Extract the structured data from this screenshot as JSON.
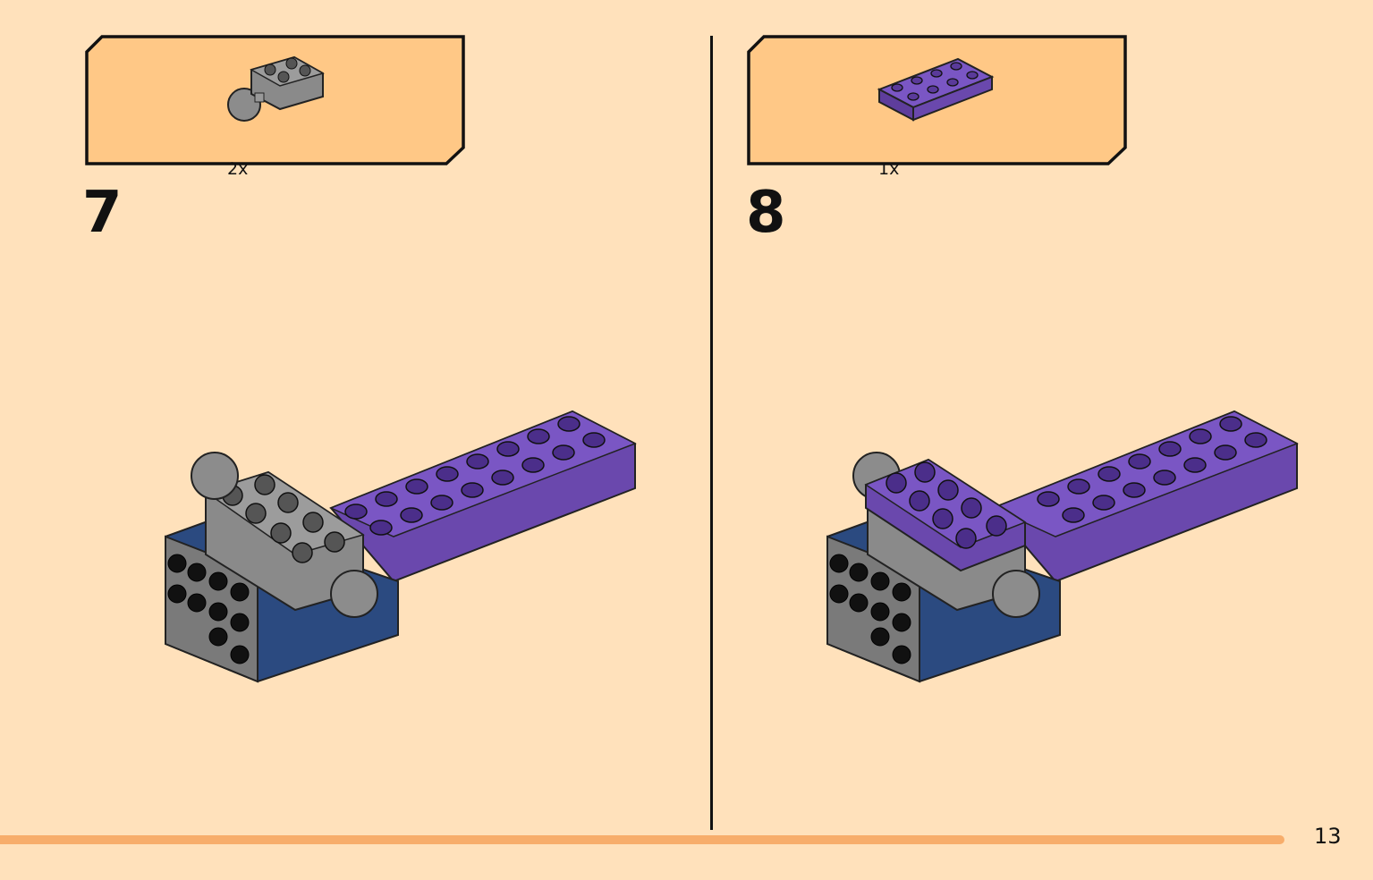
{
  "steps": [
    {
      "number": "7",
      "parts": [
        {
          "part": "gray-2x2-brick-with-ball-joint-icon",
          "quantity": "2x"
        }
      ]
    },
    {
      "number": "8",
      "parts": [
        {
          "part": "purple-2x4-plate-icon",
          "quantity": "1x"
        }
      ]
    }
  ],
  "page_number": "13",
  "colors": {
    "background": "#ffe1bb",
    "parts_box": "#ffc886",
    "progress_bar": "#f7ad6b",
    "purple": "#6a48ad",
    "gray": "#8a8a8a",
    "navy": "#2b4a80"
  }
}
